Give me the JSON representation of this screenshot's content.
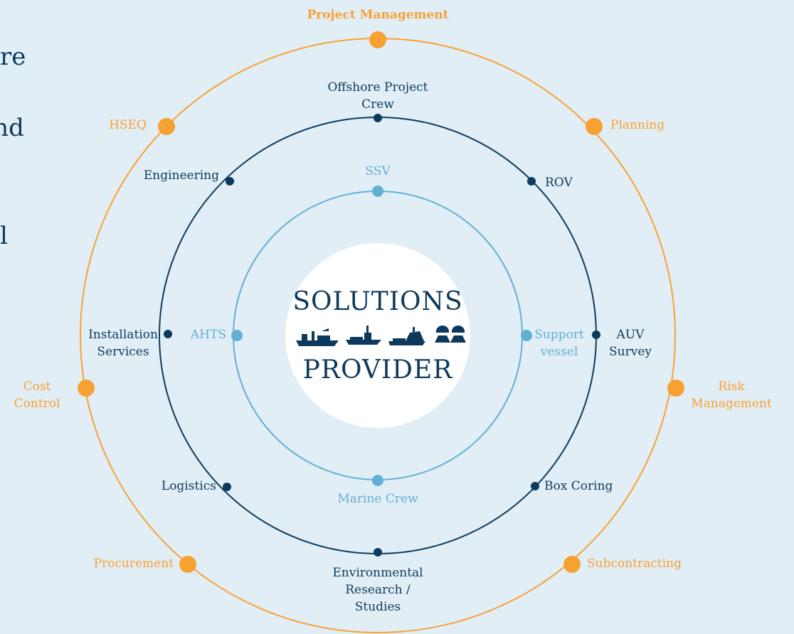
{
  "background_fragments": [
    "re",
    "and",
    "l"
  ],
  "center": {
    "top": "SOLUTIONS",
    "bottom": "PROVIDER",
    "icons": [
      "vessel-icon",
      "ship-icon",
      "boat-icon",
      "crew-icon"
    ]
  },
  "outer_ring": {
    "project_management": "Project Management",
    "planning": "Planning",
    "risk_management": "Risk Management",
    "subcontracting": "Subcontracting",
    "procurement": "Procurement",
    "cost_control": "Cost Control",
    "hseq": "HSEQ"
  },
  "middle_ring": {
    "offshore_project_crew": "Offshore Project Crew",
    "rov": "ROV",
    "auv_survey": "AUV Survey",
    "box_coring": "Box Coring",
    "environmental": "Environmental Research / Studies",
    "logistics": "Logistics",
    "installation": "Installation Services",
    "engineering": "Engineering"
  },
  "inner_ring": {
    "ssv": "SSV",
    "support_vessel": "Support vessel",
    "marine_crew": "Marine Crew",
    "ahts": "AHTS"
  },
  "colors": {
    "background": "#e1eef6",
    "outer": "#f7a133",
    "middle": "#0d3a5c",
    "inner": "#62afd4",
    "center": "#ffffff"
  }
}
